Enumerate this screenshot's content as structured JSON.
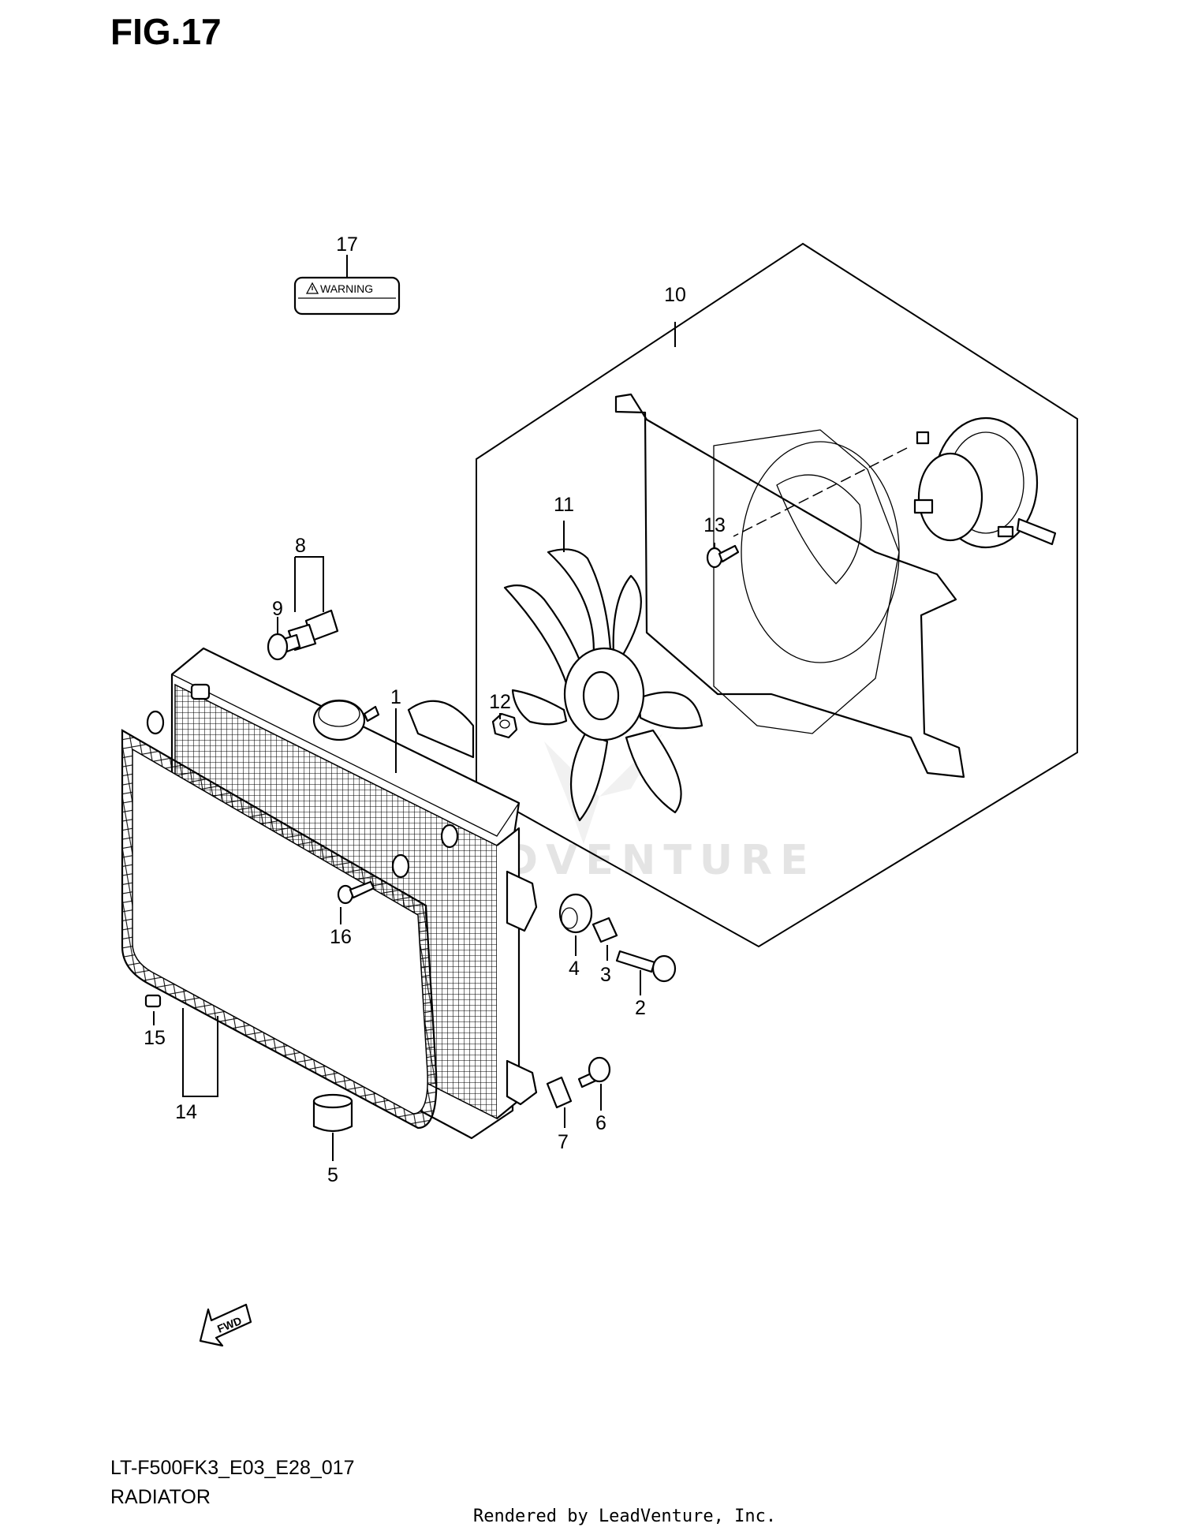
{
  "figure_title": "FIG.17",
  "model_code": "LT-F500FK3_E03_E28_017",
  "section_name": "RADIATOR",
  "credit": "Rendered by LeadVenture, Inc.",
  "watermark": "LEADVENTURE",
  "warning_label_text": "WARNING",
  "fwd_text": "FWD",
  "callouts": [
    "1",
    "2",
    "3",
    "4",
    "5",
    "6",
    "7",
    "8",
    "9",
    "10",
    "11",
    "12",
    "13",
    "14",
    "15",
    "16",
    "17"
  ],
  "icons": [
    "warning-triangle-icon",
    "fwd-arrow-icon",
    "leadventure-logo-icon"
  ]
}
